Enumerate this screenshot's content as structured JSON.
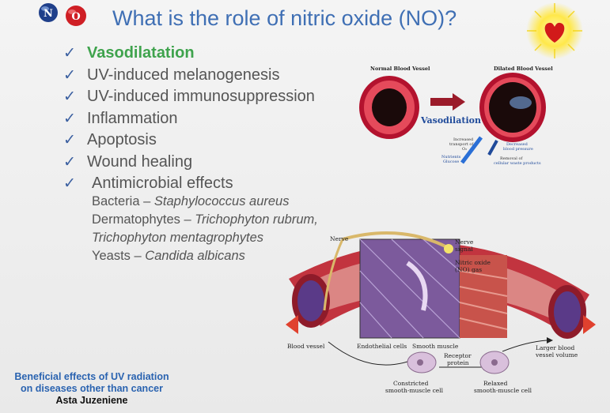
{
  "title": "What is the role of nitric oxide (NO)?",
  "logo": {
    "n_label": "N",
    "o_label": "O"
  },
  "effects": [
    "Vasodilatation",
    "UV-induced melanogenesis",
    "UV-induced immunosuppression",
    "Inflammation",
    "Apoptosis",
    "Wound healing",
    "Antimicrobial effects"
  ],
  "check_symbol": "✓",
  "microbes": [
    {
      "group": "Bacteria – ",
      "species": "Staphylococcus aureus"
    },
    {
      "group": "Dermatophytes – ",
      "species": "Trichophyton rubrum,"
    },
    {
      "group": "",
      "species": "Trichophyton mentagrophytes"
    },
    {
      "group": "Yeasts – ",
      "species": "Candida albicans"
    }
  ],
  "footer": {
    "line1": "Beneficial effects of UV radiation",
    "line2": "on diseases other than cancer",
    "author": "Asta Juzeniene"
  },
  "vessel_diagram": {
    "normal_label": "Normal Blood Vessel",
    "dilated_label": "Dilated Blood Vessel",
    "process_label": "Vasodilation",
    "increased_l1": "Increased",
    "increased_l2": "transport of",
    "increased_l3": "O₂",
    "nutrients": "Nutrients",
    "glucose": "Glucose",
    "decreased_l1": "Decreased",
    "decreased_l2": "blood pressure",
    "removal_l1": "Removal of",
    "removal_l2": "cellular waste products"
  },
  "muscle_diagram": {
    "nerve": "Nerve",
    "nerve_signal_l1": "Nerve",
    "nerve_signal_l2": "signal",
    "no_gas_l1": "Nitric oxide",
    "no_gas_l2": "(NO) gas",
    "blood_vessel": "Blood vessel",
    "endothelial": "Endothelial cells",
    "smooth_muscle": "Smooth muscle",
    "receptor_l1": "Receptor",
    "receptor_l2": "protein",
    "constricted_l1": "Constricted",
    "constricted_l2": "smooth-muscle cell",
    "relaxed_l1": "Relaxed",
    "relaxed_l2": "smooth-muscle cell",
    "larger_l1": "Larger blood",
    "larger_l2": "vessel volume"
  },
  "colors": {
    "title": "#3f6fb4",
    "highlight": "#3fa34d",
    "body_text": "#555555",
    "footer_blue": "#2a63b0",
    "vessel_red": "#b3122e"
  }
}
